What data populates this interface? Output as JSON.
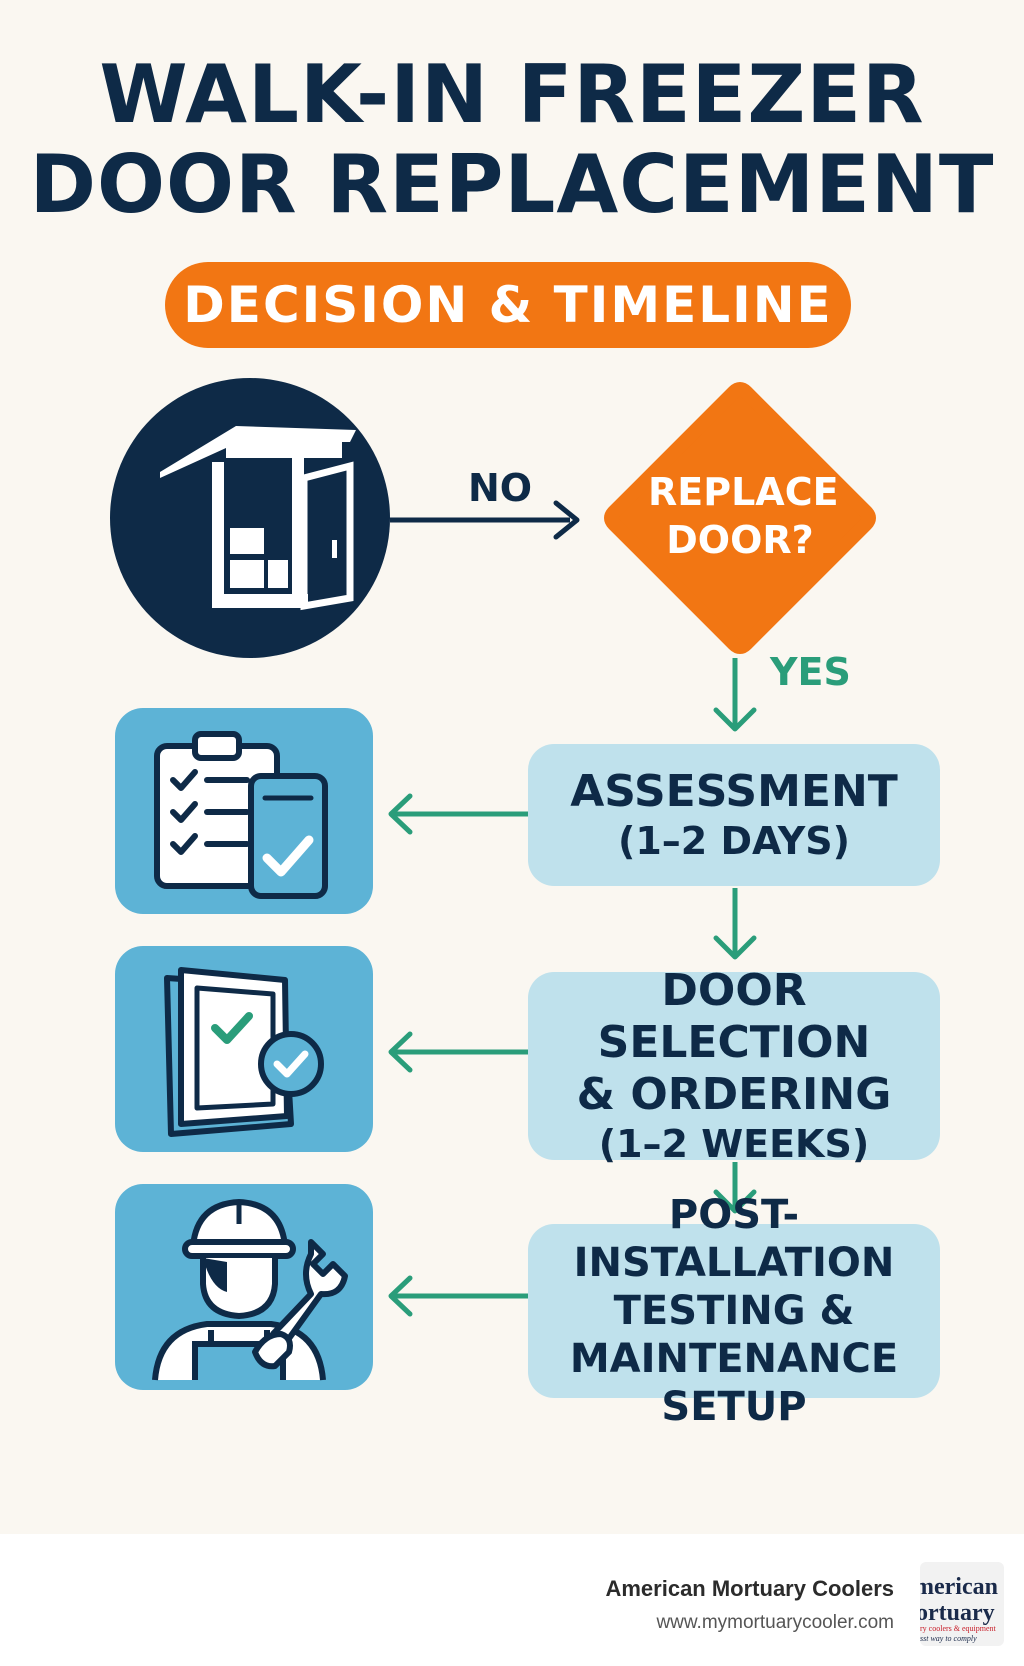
{
  "header": {
    "title_line1": "WALK-IN FREEZER",
    "title_line2": "DOOR REPLACEMENT",
    "subtitle": "DECISION & TIMELINE"
  },
  "decision": {
    "line1": "REPLACE",
    "line2": "DOOR?",
    "no_label": "NO",
    "yes_label": "YES"
  },
  "steps": [
    {
      "title": "ASSESSMENT",
      "detail": "(1–2 DAYS)"
    },
    {
      "title_line1": "DOOR SELECTION",
      "title_line2": "& ORDERING",
      "detail": "(1–2 WEEKS)"
    },
    {
      "line1": "POST-INSTALLATION",
      "line2": "TESTING &",
      "line3": "MAINTENANCE SETUP"
    }
  ],
  "icons": {
    "freezer": "walk-in-freezer-icon",
    "checklist": "clipboard-checklist-icon",
    "door": "door-check-icon",
    "technician": "technician-wrench-icon"
  },
  "footer": {
    "brand_name": "American Mortuary Coolers",
    "website": "www.mymortuarycooler.com",
    "logo_line1": "merican",
    "logo_line2": "ortuary",
    "logo_line3": "ry coolers & equipment",
    "logo_line4": "sst way to comply"
  },
  "colors": {
    "navy": "#0e2a47",
    "orange": "#f27613",
    "teal": "#2a9d7a",
    "light_blue": "#bfe1ec",
    "icon_blue": "#5db3d6",
    "background": "#faf7f1"
  }
}
